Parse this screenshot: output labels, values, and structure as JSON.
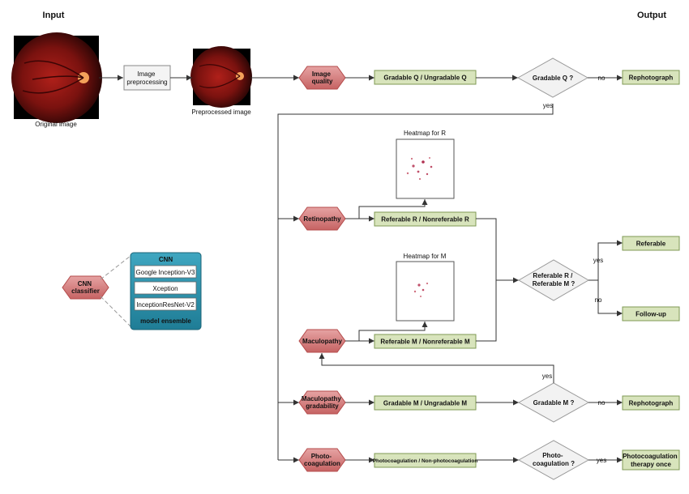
{
  "header": {
    "input": "Input",
    "output": "Output"
  },
  "images": {
    "original": "Original image",
    "preprocessing": [
      "Image",
      "preprocessing"
    ],
    "preprocessed": "Preprocessed image"
  },
  "classifier": {
    "label": [
      "CNN",
      "classifier"
    ],
    "panel_title": "CNN",
    "models": [
      "Google Inception-V3",
      "Xception",
      "InceptionResNet-V2"
    ],
    "footer": "model ensemble"
  },
  "tasks": {
    "quality": [
      "Image",
      "quality"
    ],
    "retinopathy": [
      "Retinopathy"
    ],
    "maculopathy": [
      "Maculopathy"
    ],
    "mac_grad": [
      "Maculopathy",
      "gradability"
    ],
    "photo": [
      "Photo-",
      "coagulation"
    ]
  },
  "results": {
    "quality": "Gradable Q / Ungradable Q",
    "retinopathy": "Referable R / Nonreferable R",
    "maculopathy": "Referable M / Nonreferable M",
    "mac_grad": "Gradable M / Ungradable M",
    "photo": "Photocoagulation / Non-photocoagulation"
  },
  "heatmaps": {
    "r": "Heatmap for R",
    "m": "Heatmap for M"
  },
  "decisions": {
    "quality": [
      "Gradable Q ?"
    ],
    "referable": [
      "Referable R /",
      "Referable M ?"
    ],
    "mac_grad": [
      "Gradable M ?"
    ],
    "photo": [
      "Photo-",
      "coagulation ?"
    ]
  },
  "outputs": {
    "rephoto_1": [
      "Rephotograph"
    ],
    "referable": [
      "Referable"
    ],
    "followup": [
      "Follow-up"
    ],
    "rephoto_2": [
      "Rephotograph"
    ],
    "photo_therapy": [
      "Photocoagulation",
      "therapy once"
    ]
  },
  "edges": {
    "yes": "yes",
    "no": "no"
  },
  "colors": {
    "hex_fill": "#d98080",
    "hex_stroke": "#b44b4b",
    "rect_fill": "#d8e4bc",
    "rect_stroke": "#7f9a55",
    "cnn_fill": "#2e8fa8",
    "cnn_stroke": "#1c6477"
  }
}
